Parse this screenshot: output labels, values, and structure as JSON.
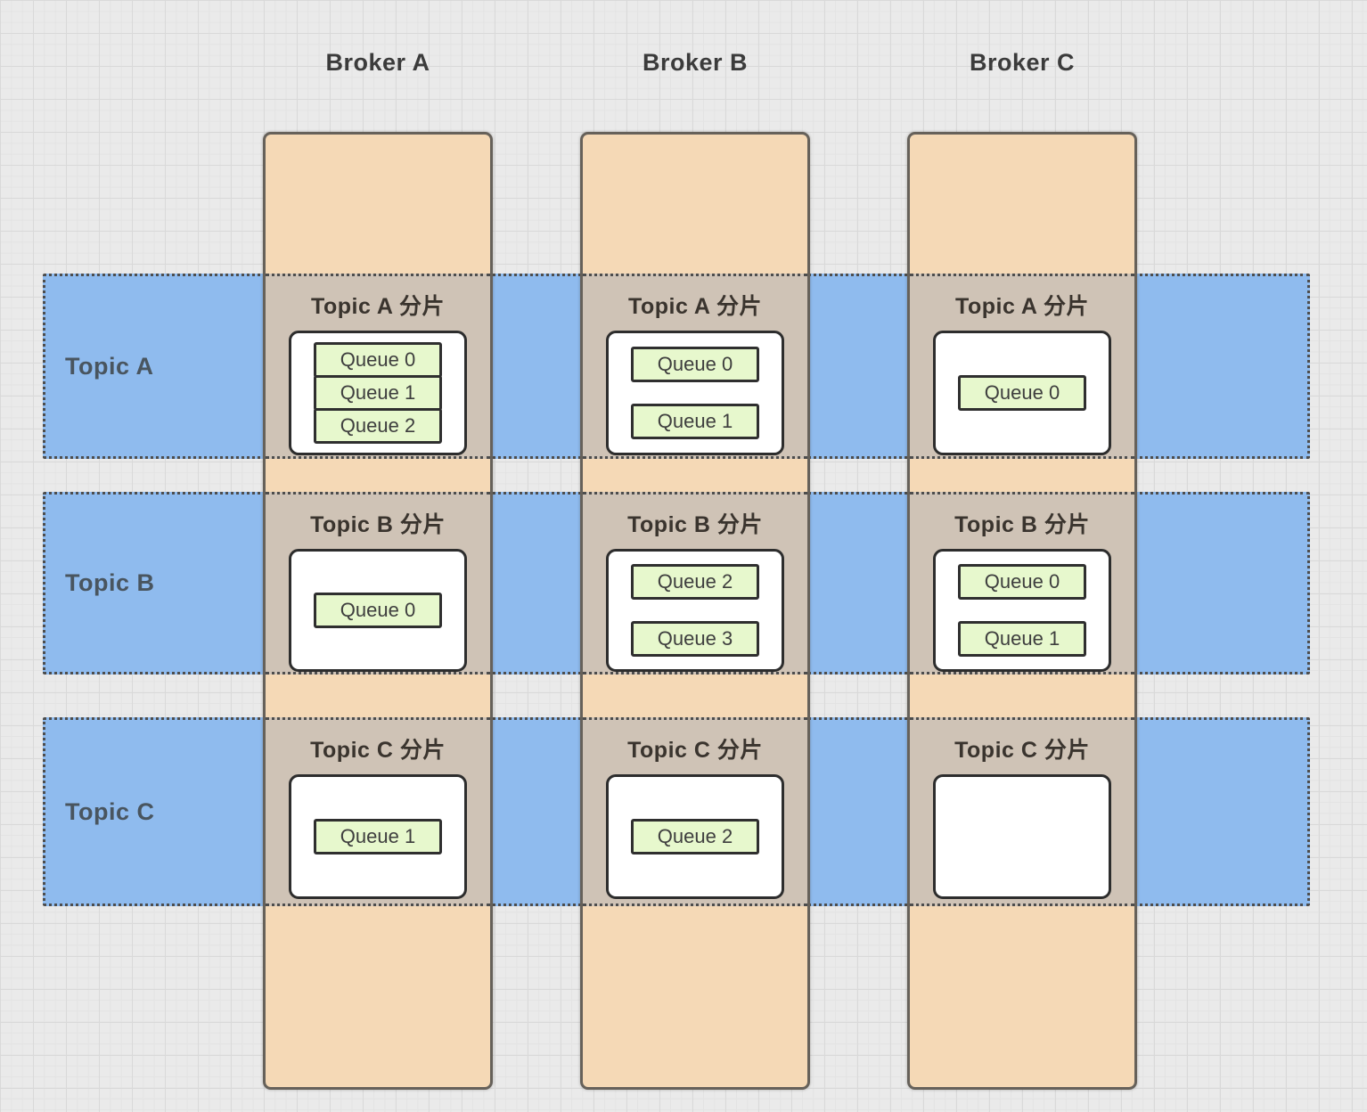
{
  "diagram": {
    "brokers": [
      {
        "id": "broker-a",
        "label": "Broker A"
      },
      {
        "id": "broker-b",
        "label": "Broker B"
      },
      {
        "id": "broker-c",
        "label": "Broker C"
      }
    ],
    "topics": [
      {
        "id": "topic-a",
        "label": "Topic A"
      },
      {
        "id": "topic-b",
        "label": "Topic B"
      },
      {
        "id": "topic-c",
        "label": "Topic C"
      }
    ],
    "cells": [
      {
        "broker": 0,
        "topic": 0,
        "shard_label": "Topic A 分片",
        "layout": "stacked",
        "queues": [
          "Queue 0",
          "Queue 1",
          "Queue 2"
        ]
      },
      {
        "broker": 1,
        "topic": 0,
        "shard_label": "Topic A 分片",
        "layout": "spaced",
        "queues": [
          "Queue 0",
          "Queue 1"
        ]
      },
      {
        "broker": 2,
        "topic": 0,
        "shard_label": "Topic A 分片",
        "layout": "single",
        "queues": [
          "Queue 0"
        ]
      },
      {
        "broker": 0,
        "topic": 1,
        "shard_label": "Topic B 分片",
        "layout": "single",
        "queues": [
          "Queue 0"
        ]
      },
      {
        "broker": 1,
        "topic": 1,
        "shard_label": "Topic B 分片",
        "layout": "spaced",
        "queues": [
          "Queue 2",
          "Queue 3"
        ]
      },
      {
        "broker": 2,
        "topic": 1,
        "shard_label": "Topic B 分片",
        "layout": "spaced",
        "queues": [
          "Queue 0",
          "Queue 1"
        ]
      },
      {
        "broker": 0,
        "topic": 2,
        "shard_label": "Topic C 分片",
        "layout": "single",
        "queues": [
          "Queue 1"
        ]
      },
      {
        "broker": 1,
        "topic": 2,
        "shard_label": "Topic C 分片",
        "layout": "single",
        "queues": [
          "Queue 2"
        ]
      },
      {
        "broker": 2,
        "topic": 2,
        "shard_label": "Topic C 分片",
        "layout": "empty",
        "queues": []
      }
    ],
    "colors": {
      "broker_fill": "#f5d9b6",
      "topic_fill": "#8fbbee",
      "shard_fill": "#cfc3b6",
      "queue_fill": "#e7f8cd",
      "dotted_border": "#4d4d4d"
    }
  }
}
